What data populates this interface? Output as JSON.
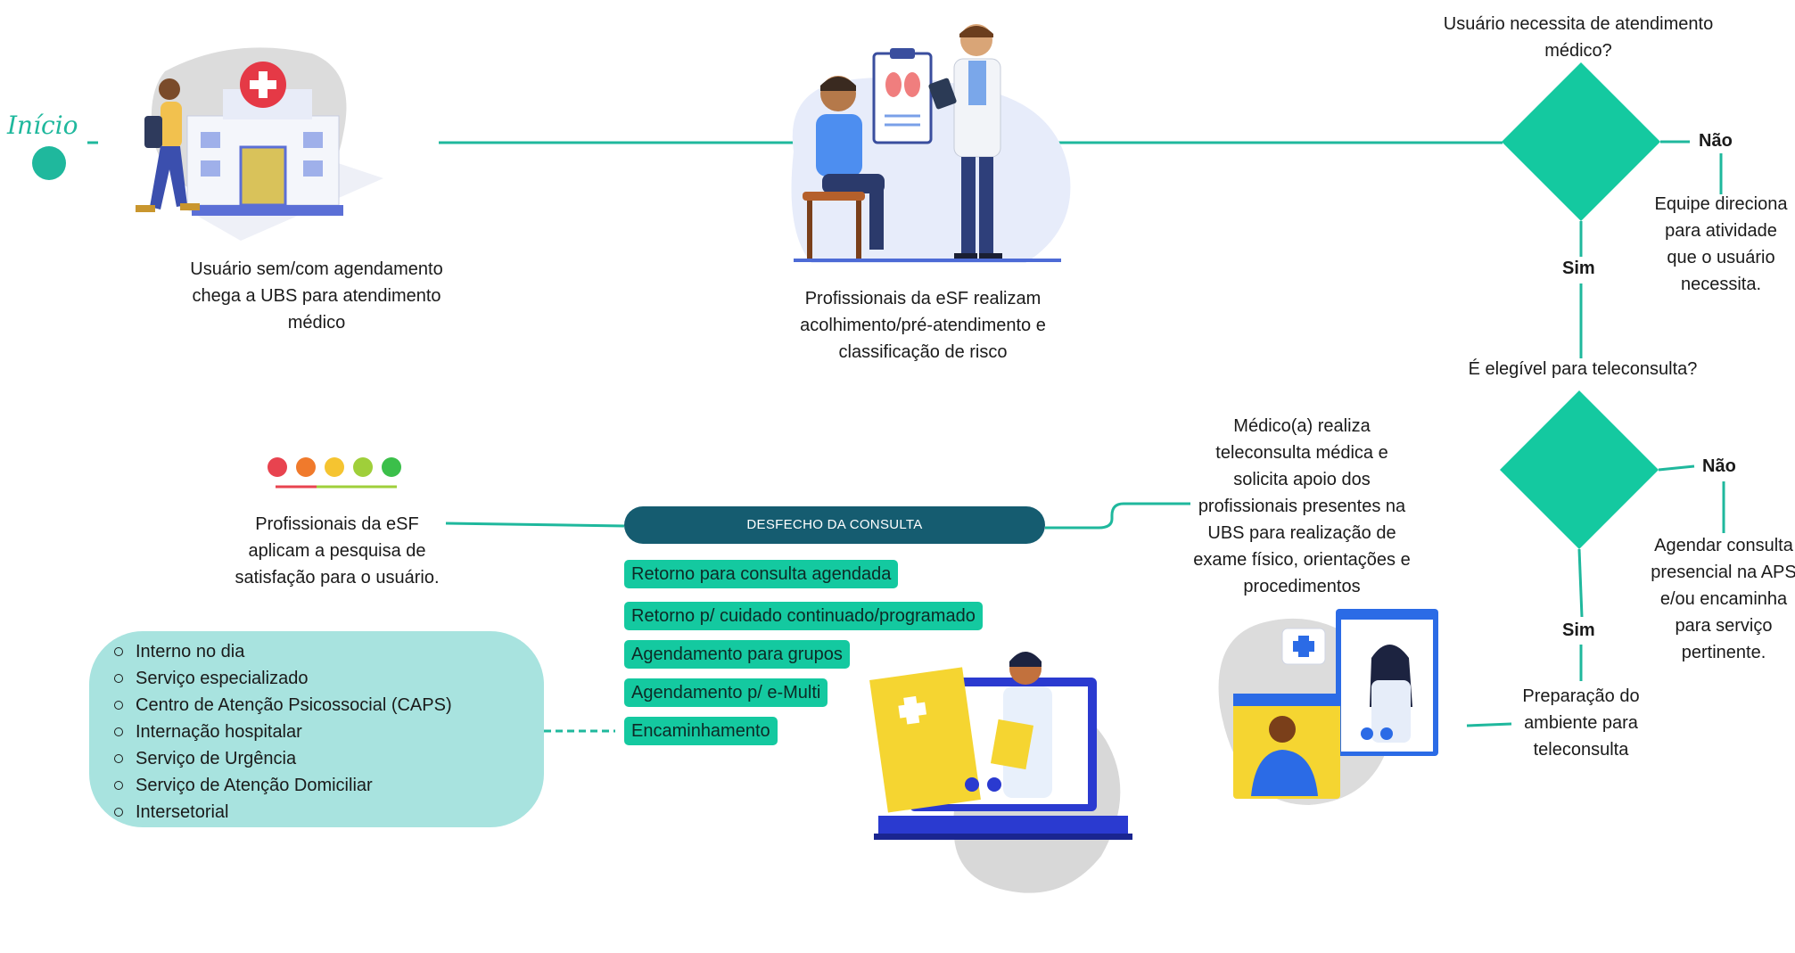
{
  "start": {
    "label": "Início"
  },
  "step1": {
    "text": "Usuário sem/com agendamento chega a UBS para atendimento médico"
  },
  "step2": {
    "text": "Profissionais da eSF realizam acolhimento/pré-atendimento e classificação de risco"
  },
  "decision1": {
    "question": "Usuário necessita de atendimento médico?",
    "no_label": "Não",
    "yes_label": "Sim",
    "no_text": "Equipe direciona para atividade que o usuário necessita."
  },
  "decision2": {
    "question": "É elegível para teleconsulta?",
    "no_label": "Não",
    "yes_label": "Sim",
    "no_text": "Agendar consulta presencial na APS e/ou encaminha para serviço pertinente."
  },
  "step3": {
    "text": "Preparação do ambiente para teleconsulta"
  },
  "step4": {
    "text": "Médico(a) realiza teleconsulta médica e solicita apoio dos profissionais presentes na UBS para realização de exame físico, orientações e procedimentos"
  },
  "outcome_header": "DESFECHO DA CONSULTA",
  "outcomes": [
    "Retorno para consulta agendada",
    "Retorno p/ cuidado continuado/programado",
    "Agendamento para grupos",
    "Agendamento p/ e-Multi",
    "Encaminhamento"
  ],
  "referrals": [
    "Interno no dia",
    "Serviço especializado",
    "Centro de Atenção Psicossocial (CAPS)",
    "Internação hospitalar",
    "Serviço de Urgência",
    "Serviço de Atenção Domiciliar",
    "Intersetorial"
  ],
  "survey": {
    "text": "Profissionais da eSF aplicam a pesquisa de satisfação para o usuário."
  },
  "colors": {
    "teal": "#14c9a0",
    "dark_teal": "#155c70",
    "light_teal": "#a8e3df",
    "blue": "#2b6be6"
  },
  "icons": [
    "hospital-illustration",
    "doctor-patient-illustration",
    "laptop-teleconsult-illustration",
    "video-call-illustration",
    "satisfaction-faces-icon"
  ]
}
